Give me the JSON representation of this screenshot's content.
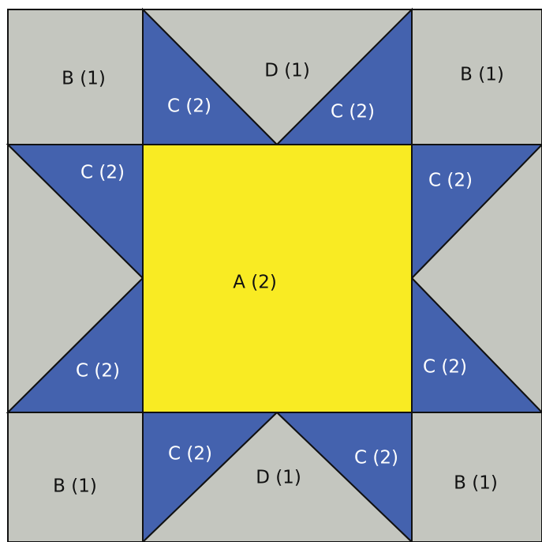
{
  "colors": {
    "background_piece": "#c4c6bf",
    "star_point": "#4462ae",
    "center": "#f9eb23",
    "outline": "#111111",
    "label_dark": "#111111",
    "label_light": "#ffffff"
  },
  "labels": {
    "b_top_left": "B (1)",
    "d_top": "D (1)",
    "b_top_right": "B (1)",
    "c_top_left": "C (2)",
    "c_top_right": "C (2)",
    "c_left_upper": "C (2)",
    "c_right_upper": "C (2)",
    "a_center": "A (2)",
    "c_left_lower": "C (2)",
    "c_right_lower": "C (2)",
    "b_bottom_left": "B (1)",
    "c_bottom_left": "C (2)",
    "d_bottom": "D (1)",
    "c_bottom_right": "C (2)",
    "b_bottom_right": "B (1)"
  }
}
